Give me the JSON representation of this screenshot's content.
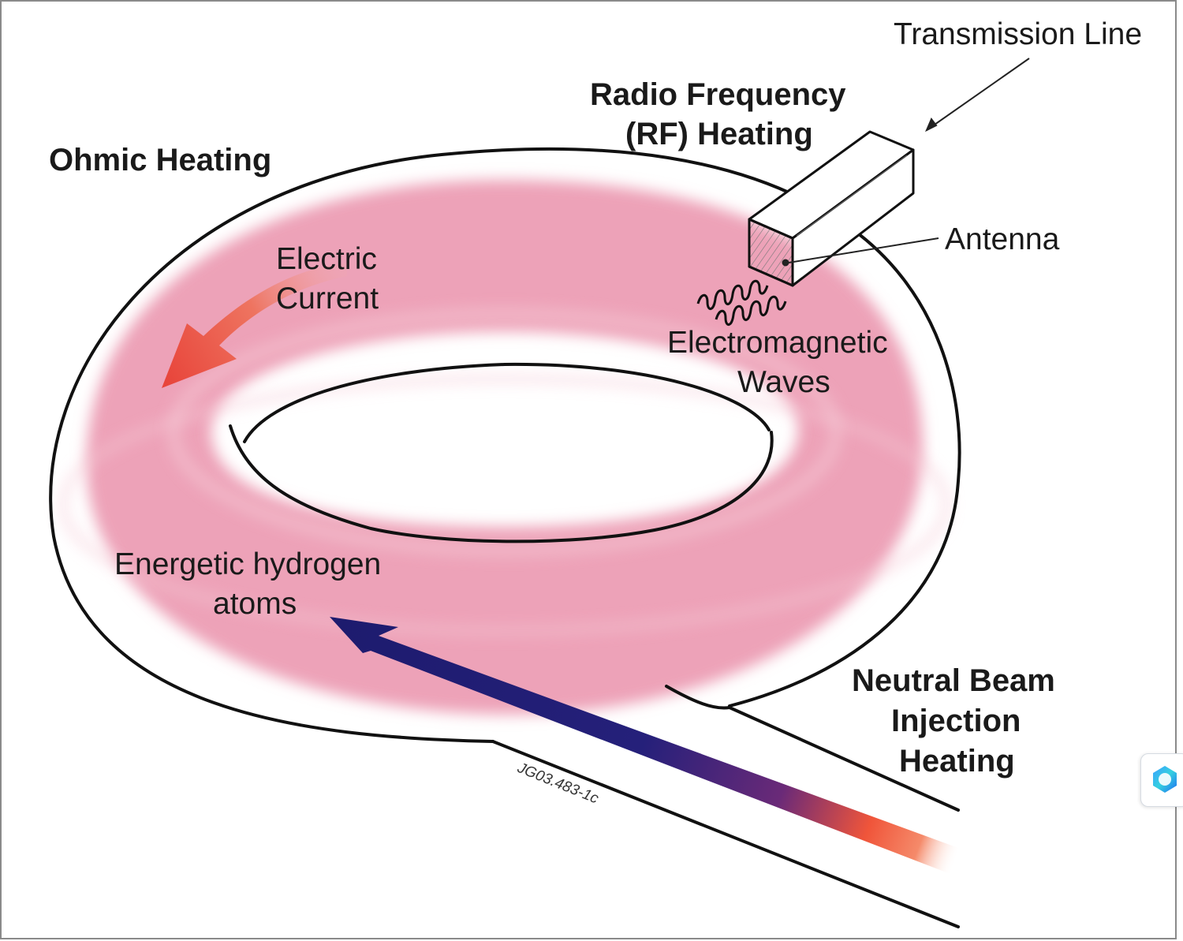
{
  "labels": {
    "transmission_line": "Transmission Line",
    "rf_heating_line1": "Radio Frequency",
    "rf_heating_line2": "(RF) Heating",
    "ohmic_heating": "Ohmic Heating",
    "antenna": "Antenna",
    "electric_current_line1": "Electric",
    "electric_current_line2": "Current",
    "em_waves_line1": "Electromagnetic",
    "em_waves_line2": "Waves",
    "hydrogen_line1": "Energetic hydrogen",
    "hydrogen_line2": "atoms",
    "nbi_line1": "Neutral Beam",
    "nbi_line2": "Injection",
    "nbi_line3": "Heating",
    "figure_code": "JG03.483-1c"
  },
  "colors": {
    "plasma": "#eda2b8",
    "current_arrow": "#e8483a",
    "beam_dark": "#1d1b6e",
    "beam_hot": "#f0553a",
    "outline": "#111111"
  },
  "icons": {
    "widget": "assistant-orb-icon"
  }
}
